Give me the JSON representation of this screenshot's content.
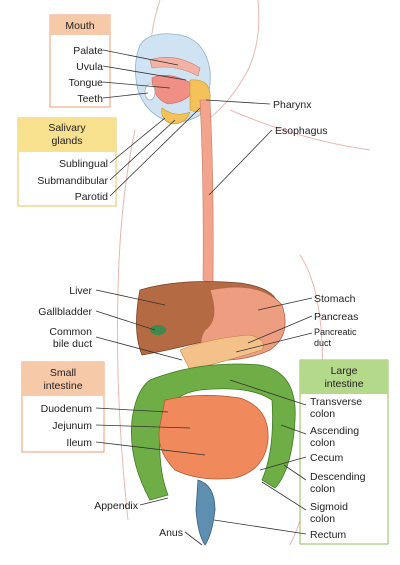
{
  "colors": {
    "mouth_box": "#f6c9a8",
    "salivary_box": "#f7e08e",
    "small_intestine_box": "#f6c9a8",
    "large_intestine_box": "#b5d98a",
    "liver": "#b46a43",
    "stomach": "#ee9e80",
    "intestine_small": "#f08a5d",
    "intestine_large": "#6fae46",
    "esophagus": "#f2a48c",
    "rectum": "#5e8fb0"
  },
  "groups": {
    "mouth": "Mouth",
    "salivary_glands": [
      "Salivary",
      "glands"
    ],
    "small_intestine": [
      "Small",
      "intestine"
    ],
    "large_intestine": [
      "Large",
      "intestine"
    ]
  },
  "labels_left": {
    "palate": "Palate",
    "uvula": "Uvula",
    "tongue": "Tongue",
    "teeth": "Teeth",
    "sublingual": "Sublingual",
    "submandibular": "Submandibular",
    "parotid": "Parotid",
    "liver": "Liver",
    "gallbladder": "Gallbladder",
    "common_bile_duct": [
      "Common",
      "bile duct"
    ],
    "duodenum": "Duodenum",
    "jejunum": "Jejunum",
    "ileum": "Ileum",
    "appendix": "Appendix",
    "anus": "Anus"
  },
  "labels_right": {
    "pharynx": "Pharynx",
    "esophagus": "Esophagus",
    "stomach": "Stomach",
    "pancreas": "Pancreas",
    "pancreatic_duct": [
      "Pancreatic",
      "duct"
    ],
    "transverse_colon": [
      "Transverse",
      "colon"
    ],
    "ascending_colon": [
      "Ascending",
      "colon"
    ],
    "cecum": "Cecum",
    "descending_colon": [
      "Descending",
      "colon"
    ],
    "sigmoid_colon": [
      "Sigmoid",
      "colon"
    ],
    "rectum": "Rectum"
  }
}
